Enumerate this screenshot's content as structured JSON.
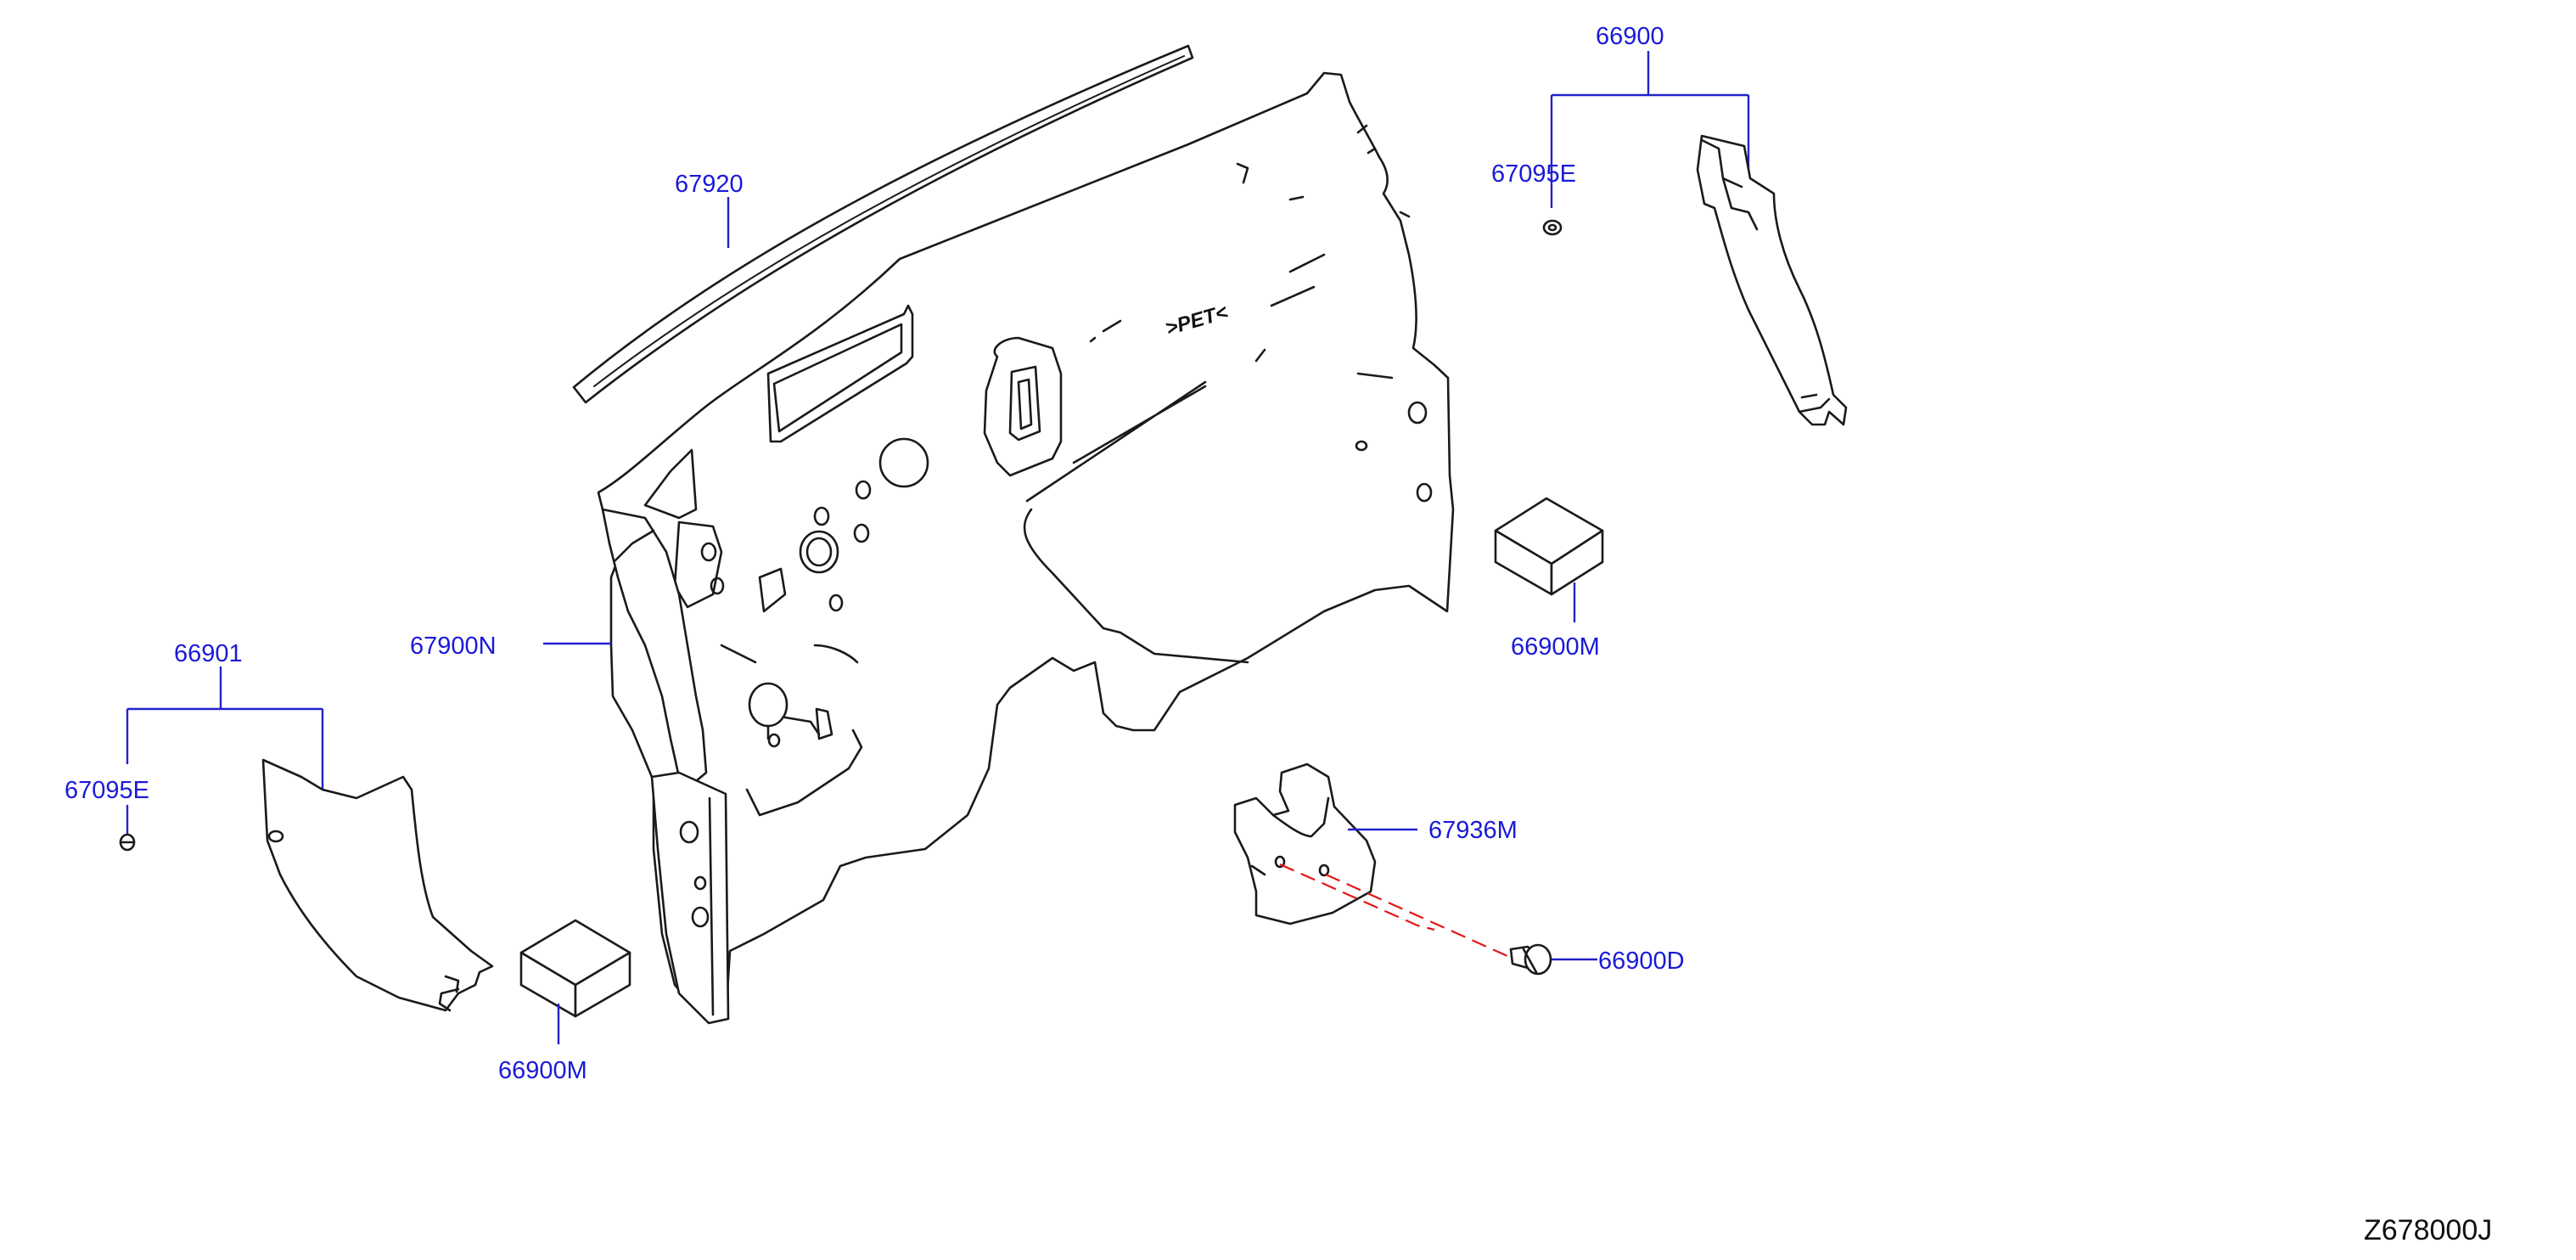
{
  "diagram": {
    "drawing_code": "Z678000J",
    "panel_marking": ">PET<",
    "labels": {
      "p67920": "67920",
      "p66900": "66900",
      "p67095E_right": "67095E",
      "p67900N": "67900N",
      "p66901": "66901",
      "p67095E_left": "67095E",
      "p66900M_right": "66900M",
      "p66900M_left": "66900M",
      "p67936M": "67936M",
      "p66900D": "66900D"
    }
  }
}
